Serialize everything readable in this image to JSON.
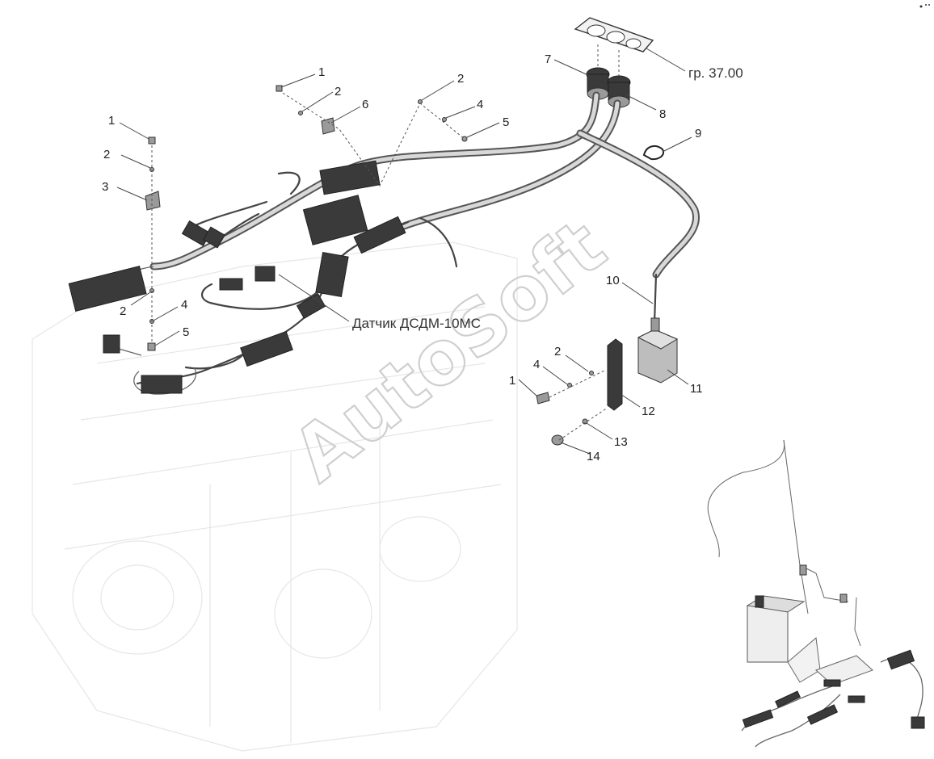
{
  "callouts": [
    {
      "id": "c1a",
      "text": "1"
    },
    {
      "id": "c2a",
      "text": "2"
    },
    {
      "id": "c3a",
      "text": "3"
    },
    {
      "id": "c2b",
      "text": "2"
    },
    {
      "id": "c4a",
      "text": "4"
    },
    {
      "id": "c5a",
      "text": "5"
    },
    {
      "id": "c1b",
      "text": "1"
    },
    {
      "id": "c2c",
      "text": "2"
    },
    {
      "id": "c6",
      "text": "6"
    },
    {
      "id": "c2d",
      "text": "2"
    },
    {
      "id": "c4b",
      "text": "4"
    },
    {
      "id": "c5b",
      "text": "5"
    },
    {
      "id": "c7",
      "text": "7"
    },
    {
      "id": "c8",
      "text": "8"
    },
    {
      "id": "c9",
      "text": "9"
    },
    {
      "id": "c10",
      "text": "10"
    },
    {
      "id": "c11",
      "text": "11"
    },
    {
      "id": "c12",
      "text": "12"
    },
    {
      "id": "c2e",
      "text": "2"
    },
    {
      "id": "c4c",
      "text": "4"
    },
    {
      "id": "c1c",
      "text": "1"
    },
    {
      "id": "c13",
      "text": "13"
    },
    {
      "id": "c14",
      "text": "14"
    }
  ],
  "labels": {
    "group_ref": "гр. 37.00",
    "sensor": "Датчик ДСДМ-10МС"
  },
  "watermark": "AutoSoft"
}
